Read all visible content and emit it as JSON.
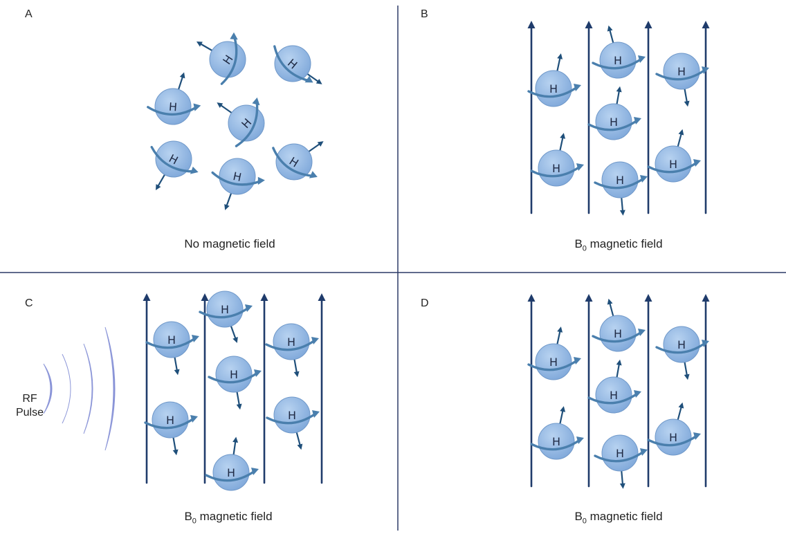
{
  "panels": [
    {
      "id": "A",
      "label": "A",
      "caption_base": "No magnetic field",
      "caption_sub": "",
      "caption_rest": ""
    },
    {
      "id": "B",
      "label": "B",
      "caption_base": "B",
      "caption_sub": "0",
      "caption_rest": " magnetic field"
    },
    {
      "id": "C",
      "label": "C",
      "caption_base": "B",
      "caption_sub": "0",
      "caption_rest": " magnetic field"
    },
    {
      "id": "D",
      "label": "D",
      "caption_base": "B",
      "caption_sub": "0",
      "caption_rest": " magnetic field"
    }
  ],
  "rf": {
    "line1": "RF",
    "line2": "Pulse"
  },
  "proton_symbol": "H",
  "colors": {
    "divider": "#2b3a67",
    "field_line": "#1f3b6b",
    "proton_fill": "#8fb6e3",
    "proton_stroke": "#6f98c9",
    "spin_arrow": "#4a7fad",
    "moment_arrow": "#1f4f7a",
    "rf_wave": "#8c96d8"
  }
}
